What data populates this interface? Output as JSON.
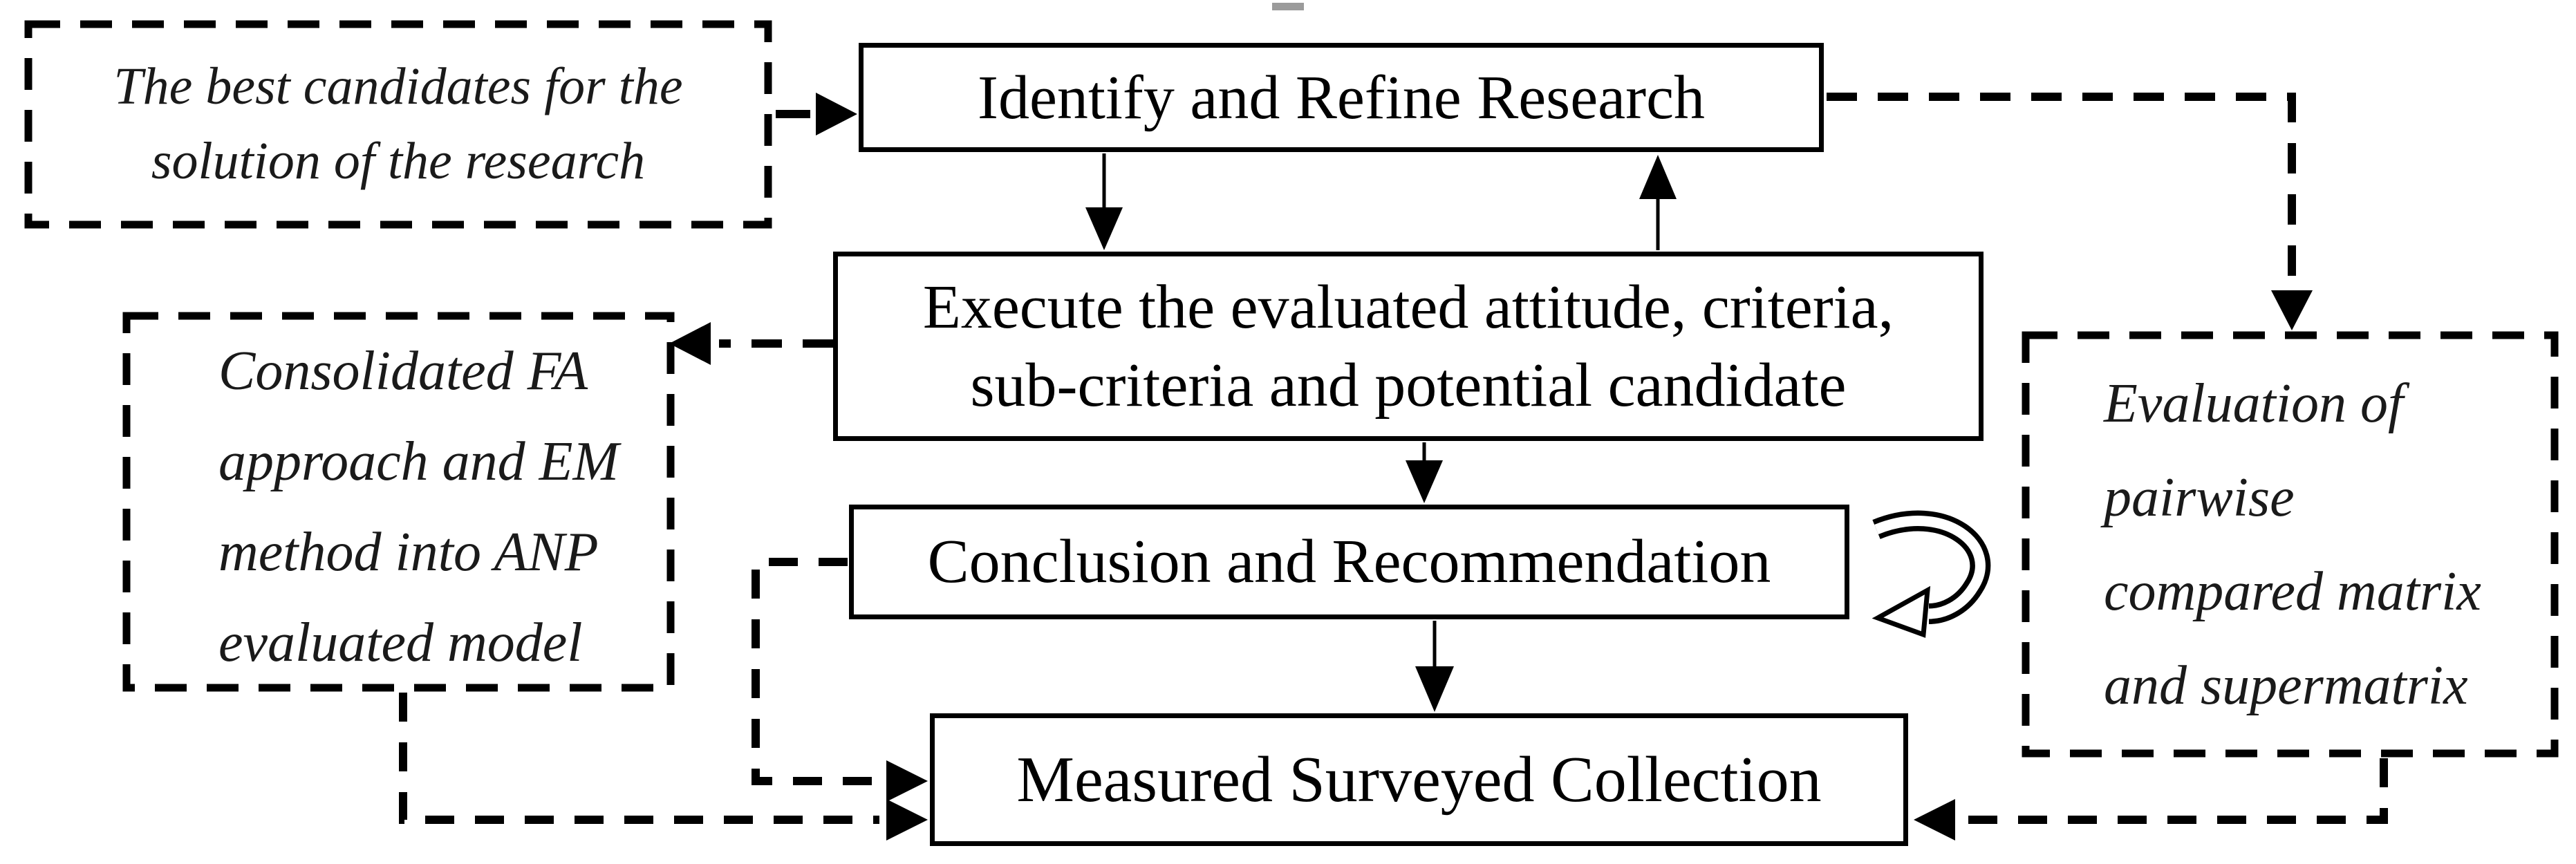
{
  "figure": {
    "type": "flowchart",
    "background_color": "#ffffff",
    "line_color": "#000000",
    "artifact_color": "#9b9b9b",
    "nodes": {
      "best_candidates": {
        "id": "best-candidates",
        "border": "dashed",
        "text_style": "italic",
        "lines": [
          "The best candidates for the",
          "solution of the research"
        ]
      },
      "identify": {
        "id": "identify",
        "border": "solid",
        "label": "Identify and Refine Research"
      },
      "execute": {
        "id": "execute",
        "border": "solid",
        "lines": [
          "Execute the evaluated attitude, criteria,",
          "sub-criteria and potential candidate"
        ]
      },
      "consolidated": {
        "id": "consolidated",
        "border": "dashed",
        "text_style": "italic",
        "lines": [
          "Consolidated FA",
          "approach and EM",
          "method into ANP",
          "evaluated model"
        ]
      },
      "conclusion": {
        "id": "conclusion",
        "border": "solid",
        "label": "Conclusion and Recommendation"
      },
      "evaluation": {
        "id": "evaluation",
        "border": "dashed",
        "text_style": "italic",
        "lines": [
          "Evaluation of",
          "pairwise",
          "compared matrix",
          "and supermatrix"
        ]
      },
      "measured": {
        "id": "measured",
        "border": "solid",
        "label": "Measured Surveyed Collection"
      }
    },
    "edges": [
      {
        "from": "best_candidates",
        "to": "identify",
        "style": "dashed",
        "direction": "right"
      },
      {
        "from": "identify",
        "to": "execute",
        "style": "solid",
        "direction": "down"
      },
      {
        "from": "execute",
        "to": "identify",
        "style": "solid",
        "direction": "up"
      },
      {
        "from": "execute",
        "to": "consolidated",
        "style": "dashed",
        "direction": "left"
      },
      {
        "from": "identify",
        "to": "evaluation",
        "style": "dashed",
        "direction": "right-then-down"
      },
      {
        "from": "execute",
        "to": "conclusion",
        "style": "solid",
        "direction": "down"
      },
      {
        "from": "conclusion",
        "to": "measured",
        "style": "solid",
        "direction": "down"
      },
      {
        "from": "conclusion",
        "to": "measured",
        "style": "dashed",
        "direction": "left-down-right"
      },
      {
        "from": "consolidated",
        "to": "measured",
        "style": "dashed",
        "direction": "down-then-right"
      },
      {
        "from": "evaluation",
        "to": "measured",
        "style": "dashed",
        "direction": "down-then-left"
      },
      {
        "from": "conclusion",
        "to": "conclusion",
        "style": "curved-loop",
        "direction": "clockwise"
      }
    ]
  }
}
